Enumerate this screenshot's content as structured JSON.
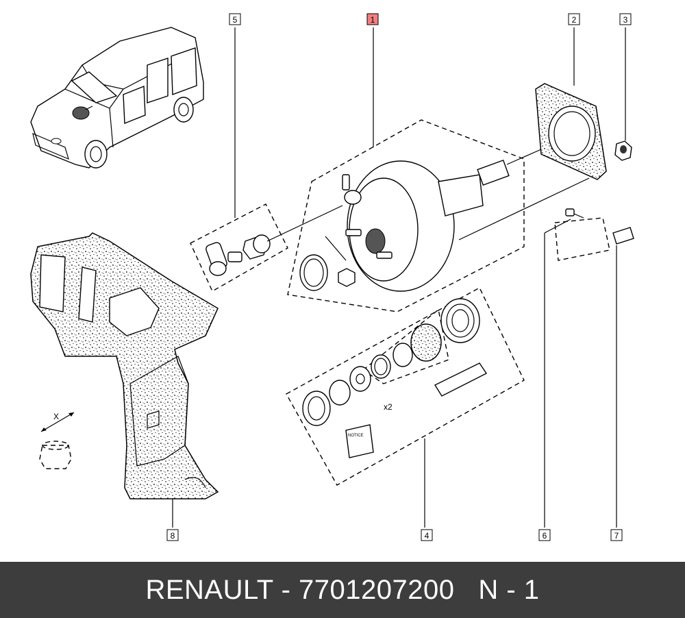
{
  "callouts": [
    {
      "id": "1",
      "label": "1",
      "highlight": true
    },
    {
      "id": "2",
      "label": "2"
    },
    {
      "id": "3",
      "label": "3"
    },
    {
      "id": "4",
      "label": "4"
    },
    {
      "id": "5",
      "label": "5"
    },
    {
      "id": "6",
      "label": "6"
    },
    {
      "id": "7",
      "label": "7"
    },
    {
      "id": "8",
      "label": "8"
    }
  ],
  "annotations": {
    "multiplier": "x2",
    "notice": "NOTICE",
    "axis_mark": "X"
  },
  "footer": {
    "text": "RENAULT - 7701207200   N - 1"
  },
  "colors": {
    "highlight_box": "#f08080",
    "footer_bg": "#3d3d3d",
    "footer_text": "#ffffff"
  }
}
